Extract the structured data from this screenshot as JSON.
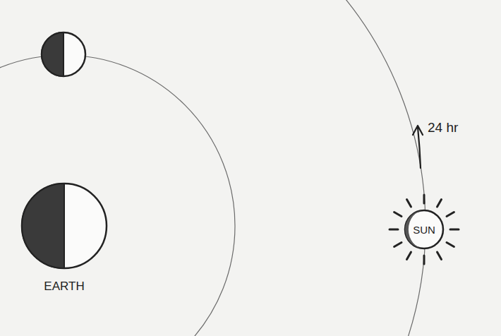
{
  "diagram": {
    "nodes": [
      {
        "text": [
          "EARTH"
        ]
      },
      {
        "text": [
          "SUN"
        ]
      }
    ],
    "labels": [
      "24 hr"
    ]
  }
}
